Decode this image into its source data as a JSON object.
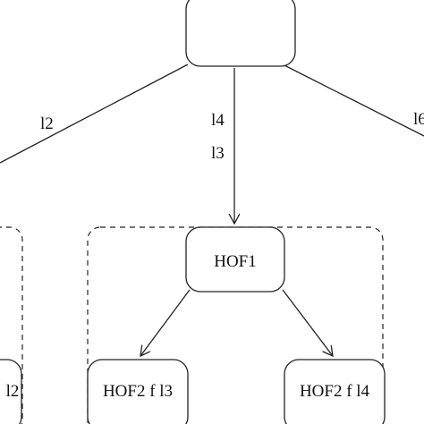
{
  "nodes": {
    "root": {
      "label": ""
    },
    "hof1": {
      "label": "HOF1"
    },
    "hof2_l3": {
      "label": "HOF2 f l3"
    },
    "hof2_l4": {
      "label": "HOF2 f l4"
    },
    "left_partial": {
      "label": "l2"
    }
  },
  "edge_labels": {
    "left": "l2",
    "middle_top": "l4",
    "middle_bottom": "l3",
    "right": "l6"
  },
  "colors": {
    "stroke": "#222222",
    "text": "#111111",
    "background": "#ffffff"
  }
}
